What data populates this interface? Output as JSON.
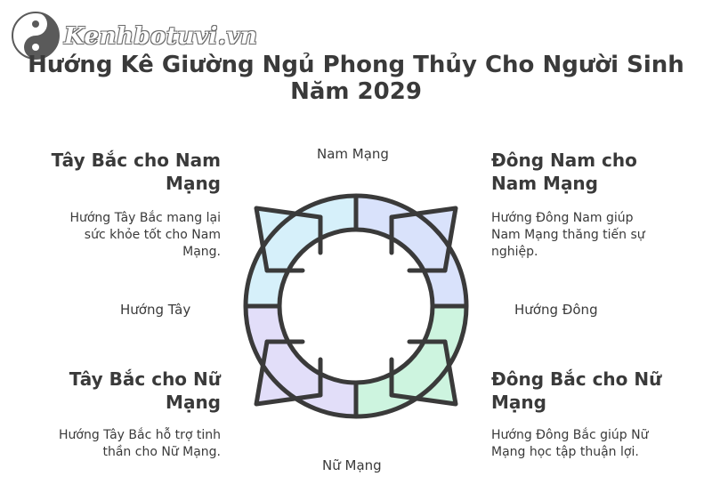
{
  "watermark": {
    "text": "Kenhbotuvi.vn"
  },
  "title": {
    "line1": "Hướng Kê Giường Ngủ Phong Thủy Cho Người Sinh",
    "line2": "Năm 2029"
  },
  "directions": {
    "top": "Nam Mạng",
    "bottom": "Nữ Mạng",
    "left": "Hướng Tây",
    "right": "Hướng Đông"
  },
  "panels": {
    "top_left": {
      "heading_line1": "Tây Bắc cho Nam",
      "heading_line2": "Mạng",
      "desc_line1": "Hướng Tây Bắc mang lại",
      "desc_line2": "sức khỏe tốt cho Nam",
      "desc_line3": "Mạng."
    },
    "top_right": {
      "heading_line1": "Đông Nam cho",
      "heading_line2": "Nam Mạng",
      "desc_line1": "Hướng Đông Nam giúp",
      "desc_line2": "Nam Mạng thăng tiến sự",
      "desc_line3": "nghiệp."
    },
    "bottom_left": {
      "heading_line1": "Tây Bắc cho Nữ",
      "heading_line2": "Mạng",
      "desc_line1": "Hướng Tây Bắc hỗ trợ tinh",
      "desc_line2": "thần cho Nữ Mạng."
    },
    "bottom_right": {
      "heading_line1": "Đông Bắc cho Nữ",
      "heading_line2": "Mạng",
      "desc_line1": "Hướng Đông Bắc giúp Nữ",
      "desc_line2": "Mạng học tập thuận lợi."
    }
  },
  "colors": {
    "q_top_left": "#d6f0fa",
    "q_top_right": "#d9e2fb",
    "q_bottom_left": "#e2def9",
    "q_bottom_right": "#cdf4df",
    "stroke": "#3a3a3a"
  },
  "icons": {
    "logo": "yin-yang-icon",
    "arrows": [
      "arrow-northwest-icon",
      "arrow-northeast-icon",
      "arrow-southwest-icon",
      "arrow-southeast-icon"
    ]
  }
}
